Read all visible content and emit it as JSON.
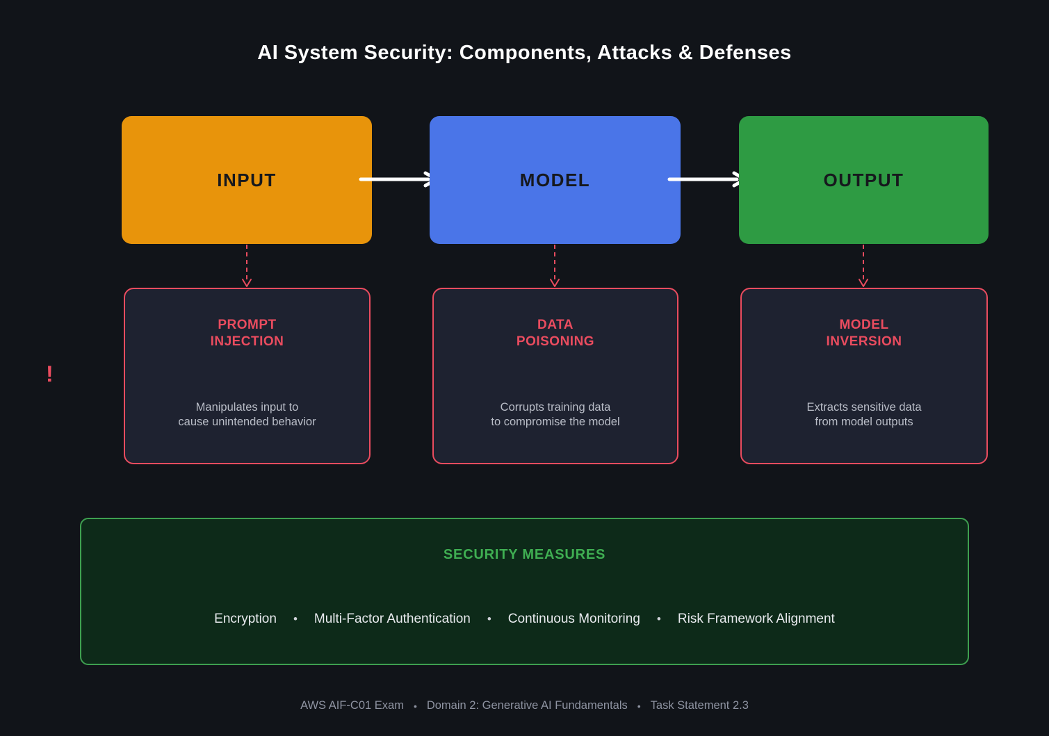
{
  "title": "AI System Security: Components, Attacks & Defenses",
  "flow": {
    "components": [
      {
        "label": "INPUT",
        "color": "#E8940B"
      },
      {
        "label": "MODEL",
        "color": "#4A75E8"
      },
      {
        "label": "OUTPUT",
        "color": "#2E9B43"
      }
    ]
  },
  "attacks": [
    {
      "title": "PROMPT\nINJECTION",
      "description": "Manipulates input to\ncause unintended behavior"
    },
    {
      "title": "DATA\nPOISONING",
      "description": "Corrupts training data\nto compromise the model"
    },
    {
      "title": "MODEL\nINVERSION",
      "description": "Extracts sensitive data\nfrom model outputs"
    }
  ],
  "warning_mark": "!",
  "security": {
    "heading": "SECURITY MEASURES",
    "separator": "•",
    "measures": [
      "Encryption",
      "Multi-Factor Authentication",
      "Continuous Monitoring",
      "Risk Framework Alignment"
    ]
  },
  "footer": {
    "separator": "•",
    "items": [
      "AWS AIF-C01 Exam",
      "Domain 2: Generative AI Fundamentals",
      "Task Statement 2.3"
    ]
  },
  "colors": {
    "background": "#111419",
    "input_box": "#E8940B",
    "model_box": "#4A75E8",
    "output_box": "#2E9B43",
    "attack_accent": "#EA4C5F",
    "security_accent": "#3EA050"
  }
}
